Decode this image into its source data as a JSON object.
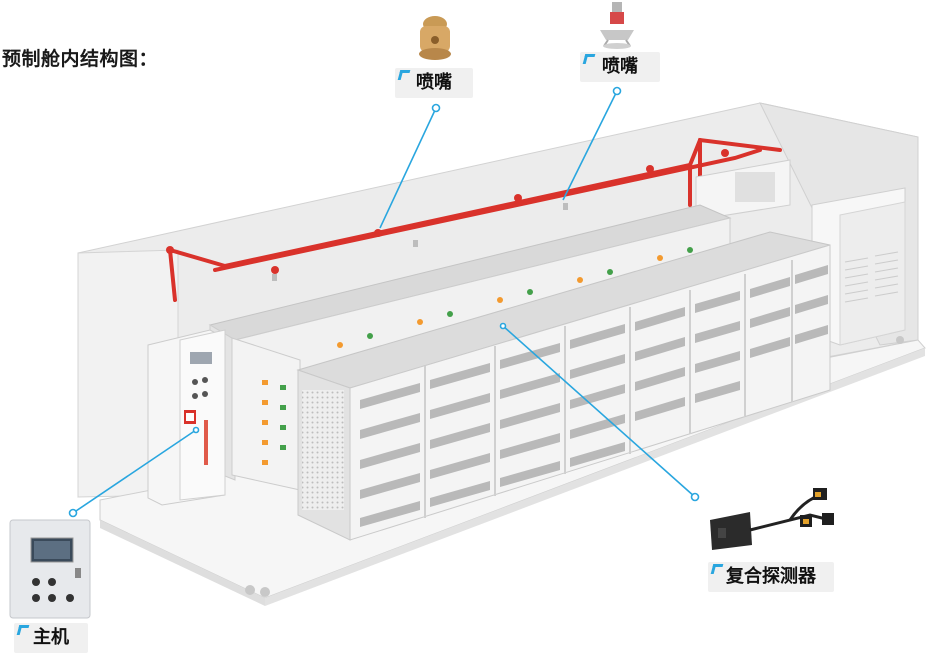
{
  "heading": "预制舱内结构图：",
  "labels": {
    "nozzle_1": "喷嘴",
    "nozzle_2": "喷嘴",
    "detector": "复合探测器",
    "host": "主机"
  },
  "colors": {
    "pipe": "#d9322b",
    "leader_line": "#29a6df",
    "wall": "#ececec",
    "floor": "#f4f4f4"
  }
}
